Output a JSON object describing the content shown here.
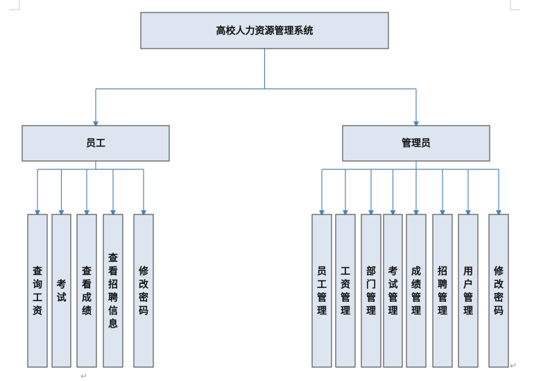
{
  "root": {
    "label": "高校人力资源管理系统"
  },
  "branches": [
    {
      "id": "employee",
      "label": "员工",
      "children": [
        "查询工资",
        "考试",
        "查看成绩",
        "查看招聘信息",
        "修改密码"
      ]
    },
    {
      "id": "admin",
      "label": "管理员",
      "children": [
        "员工管理",
        "工资管理",
        "部门管理",
        "考试管理",
        "成绩管理",
        "招聘管理",
        "用户管理",
        "修改密码"
      ]
    }
  ],
  "colors": {
    "box_fill": "#dde6f0",
    "box_stroke": "#333333",
    "connector": "#4f81bd",
    "leaf_fill": "#dde6f0",
    "leaf_stroke": "#333333"
  },
  "marks": {
    "paragraph": "↵"
  }
}
